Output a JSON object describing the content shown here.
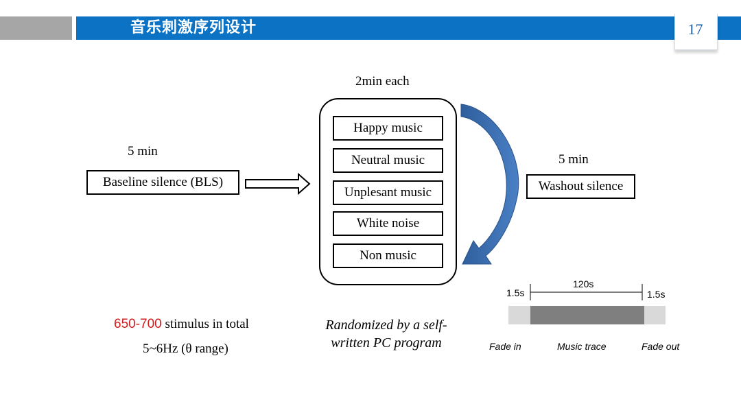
{
  "header": {
    "title": "音乐刺激序列设计",
    "page_number": "17",
    "colors": {
      "accent": "#0b72c4",
      "gray": "#a6a6a6"
    }
  },
  "baseline": {
    "duration": "5 min",
    "label": "Baseline silence (BLS)"
  },
  "conditions": {
    "duration": "2min each",
    "items": [
      "Happy music",
      "Neutral  music",
      "Unplesant music",
      "White noise",
      "Non music"
    ]
  },
  "washout": {
    "duration": "5 min",
    "label": "Washout silence"
  },
  "randomization": {
    "line1": "Randomized by  a self-",
    "line2": "written PC program"
  },
  "totals": {
    "count": "650-700",
    "count_suffix": " stimulus in total",
    "freq": "5~6Hz (θ range)"
  },
  "trace": {
    "left_duration": "1.5s",
    "mid_duration": "120s",
    "right_duration": "1.5s",
    "fade_in": "Fade in",
    "music_trace": "Music trace",
    "fade_out": "Fade out"
  }
}
